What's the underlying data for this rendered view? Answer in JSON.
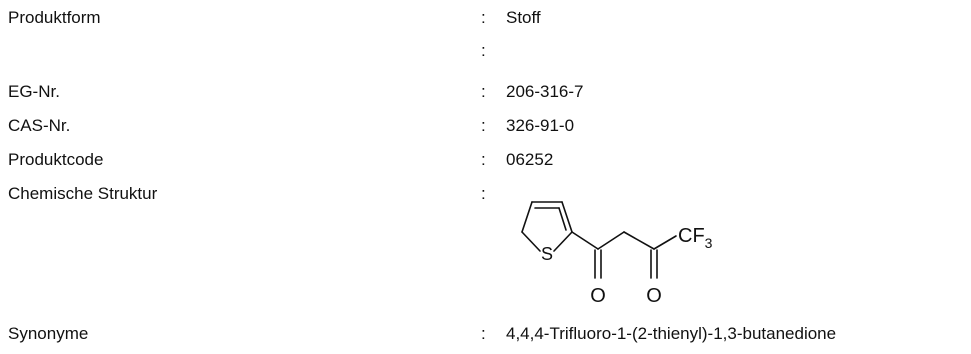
{
  "fields": [
    {
      "label": "Produktform",
      "value": "Stoff"
    },
    {
      "label": "",
      "value": ""
    },
    {
      "label": "EG-Nr.",
      "value": "206-316-7"
    },
    {
      "label": "CAS-Nr.",
      "value": "326-91-0"
    },
    {
      "label": "Produktcode",
      "value": "06252"
    },
    {
      "label": "Chemische Struktur",
      "value": ""
    },
    {
      "label": "Synonyme",
      "value": "4,4,4-Trifluoro-1-(2-thienyl)-1,3-butanedione"
    }
  ],
  "separator": ":",
  "structure": {
    "sulfur": "S",
    "oxygen_1": "O",
    "oxygen_2": "O",
    "group_main": "CF",
    "group_sub": "3"
  }
}
